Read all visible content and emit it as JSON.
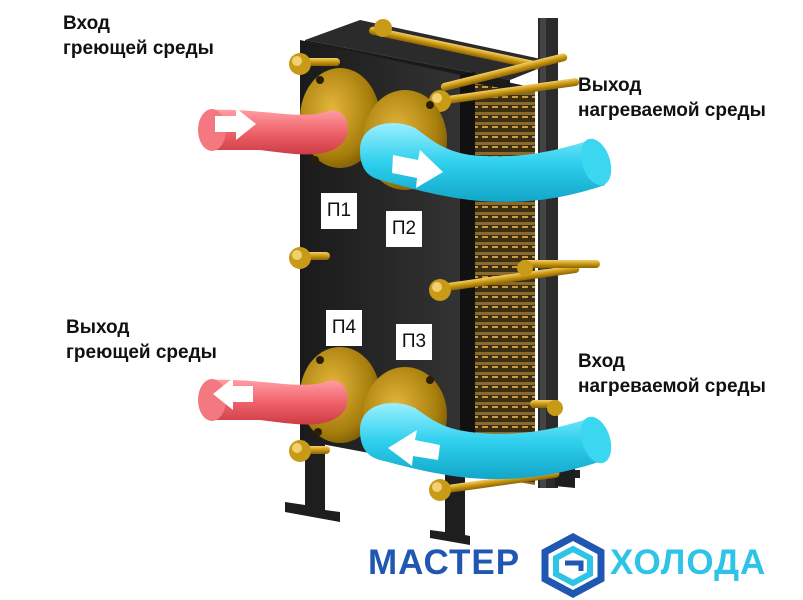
{
  "labels": {
    "hot_in": [
      "Вход",
      "греющей среды"
    ],
    "cold_out": [
      "Выход",
      "нагреваемой среды"
    ],
    "hot_out": [
      "Выход",
      "греющей среды"
    ],
    "cold_in": [
      "Вход",
      "нагреваемой среды"
    ]
  },
  "ports": {
    "p1": "П1",
    "p2": "П2",
    "p3": "П3",
    "p4": "П4"
  },
  "logo": {
    "left": "МАСТЕР",
    "right": "ХОЛОДА"
  },
  "colors": {
    "hot_pipe": "#f06a72",
    "cold_pipe": "#35d3ee",
    "frame": "#262626",
    "flange": "#c9980f",
    "bolt": "#d4a72a",
    "logo_blue": "#1f57b3",
    "logo_cyan": "#2ec4e8"
  }
}
